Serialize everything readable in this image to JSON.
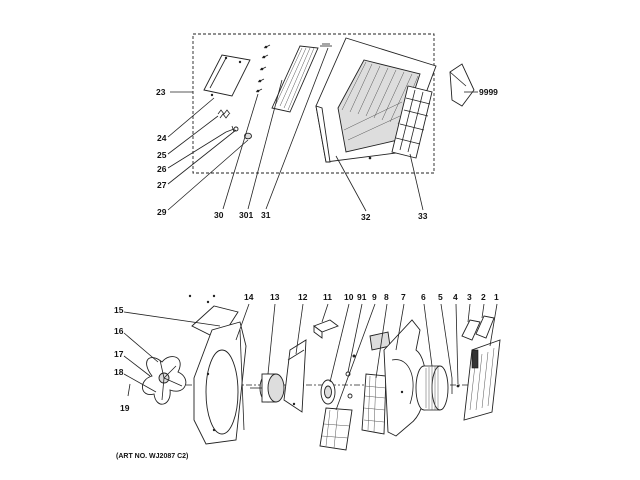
{
  "diagram": {
    "art_no": "(ART NO. WJ2087 C2)",
    "callouts": {
      "c23": "23",
      "c24": "24",
      "c25": "25",
      "c26": "26",
      "c27": "27",
      "c29": "29",
      "c30": "30",
      "c301": "301",
      "c31": "31",
      "c32": "32",
      "c33": "33",
      "c9999": "9999",
      "c15": "15",
      "c16": "16",
      "c17": "17",
      "c18": "18",
      "c19": "19",
      "c14": "14",
      "c13": "13",
      "c12": "12",
      "c11": "11",
      "c10": "10",
      "c91": "91",
      "c9": "9",
      "c8": "8",
      "c7": "7",
      "c6": "6",
      "c5": "5",
      "c4": "4",
      "c3": "3",
      "c2": "2",
      "c1": "1"
    }
  }
}
